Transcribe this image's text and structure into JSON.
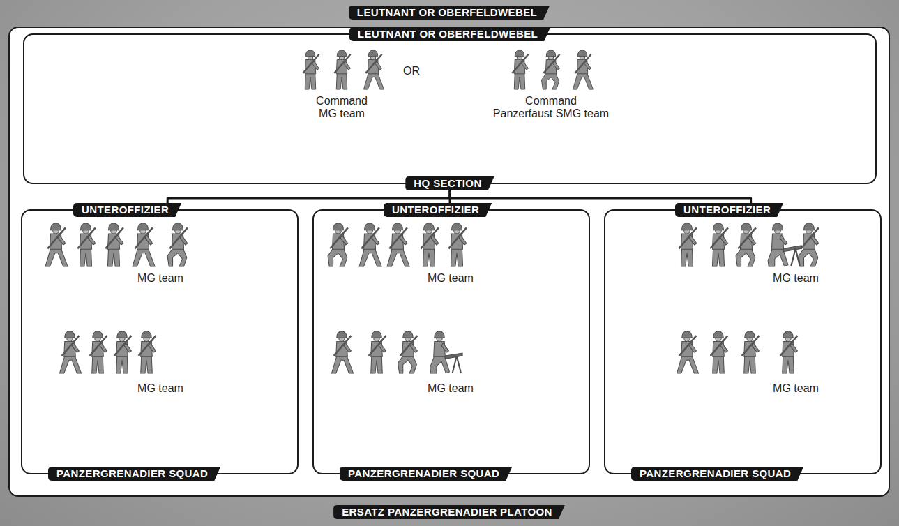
{
  "diagram": {
    "nodes": [
      {
        "text": [
          "LEUTNANT OR OBERFELDWEBEL",
          "ERSATZ PANZERGRENADIER PLATOON"
        ]
      },
      {
        "text": [
          "LEUTNANT OR OBERFELDWEBEL",
          "Command MG team",
          "OR",
          "Command Panzerfaust SMG team",
          "HQ SECTION"
        ],
        "in": 0
      },
      {
        "text": [
          "UNTEROFFIZIER",
          "MG team",
          "MG team",
          "PANZERGRENADIER SQUAD"
        ],
        "in": 0
      },
      {
        "text": [
          "UNTEROFFIZIER",
          "MG team",
          "MG team",
          "PANZERGRENADIER SQUAD"
        ],
        "in": 0
      },
      {
        "text": [
          "UNTEROFFIZIER",
          "MG team",
          "MG team",
          "PANZERGRENADIER SQUAD"
        ],
        "in": 0
      }
    ],
    "edges": [
      {
        "from": 1,
        "to": 2,
        "arrow": "none"
      },
      {
        "from": 1,
        "to": 3,
        "arrow": "none"
      },
      {
        "from": 1,
        "to": 4,
        "arrow": "none"
      }
    ]
  }
}
